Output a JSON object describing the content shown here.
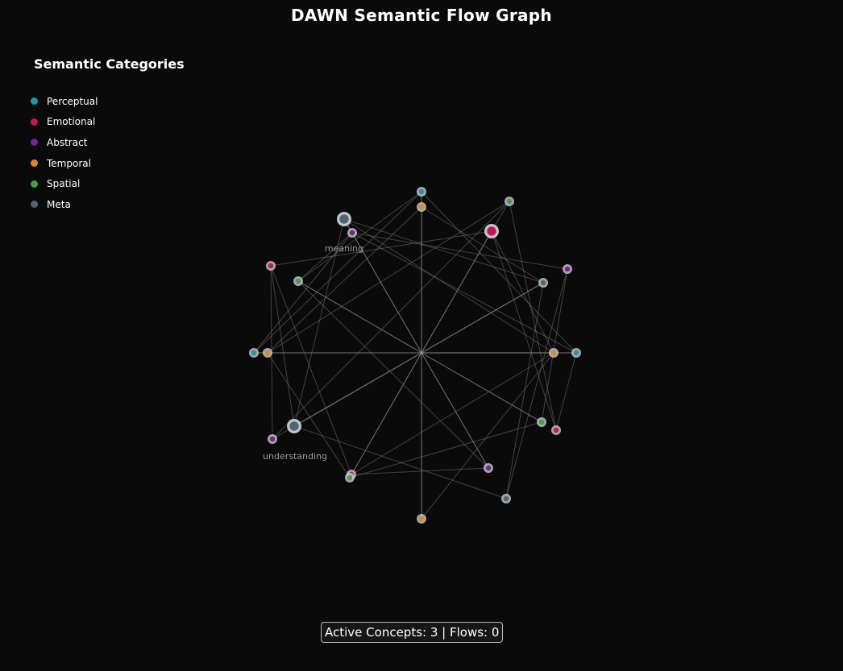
{
  "title": "DAWN Semantic Flow Graph",
  "legend": {
    "title": "Semantic Categories",
    "items": [
      {
        "label": "Perceptual",
        "color": "#1a9aaa"
      },
      {
        "label": "Emotional",
        "color": "#c2185b"
      },
      {
        "label": "Abstract",
        "color": "#7b1fa2"
      },
      {
        "label": "Temporal",
        "color": "#e08a1e"
      },
      {
        "label": "Spatial",
        "color": "#43a047"
      },
      {
        "label": "Meta",
        "color": "#4e6577"
      }
    ]
  },
  "graph": {
    "labels": {
      "meaning": "meaning",
      "understanding": "understanding"
    }
  },
  "status": "Active Concepts: 3 | Flows: 0"
}
